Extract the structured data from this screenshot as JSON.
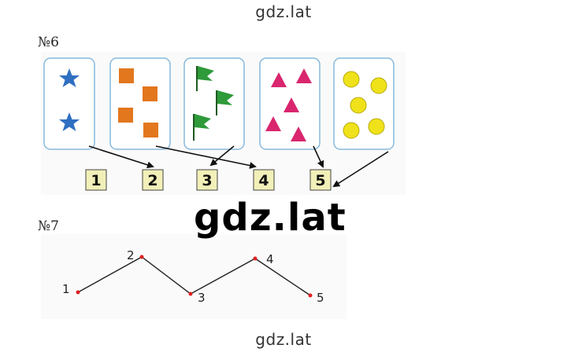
{
  "watermark": {
    "top": "gdz.lat",
    "center": "gdz.lat",
    "bottom": "gdz.lat"
  },
  "task6": {
    "label": "№6",
    "cards": [
      {
        "shape": "star",
        "count": 2,
        "color": "#2f6fc2"
      },
      {
        "shape": "square",
        "count": 4,
        "color": "#e2771e"
      },
      {
        "shape": "flag",
        "count": 3,
        "color": "#2e9a3a"
      },
      {
        "shape": "triangle",
        "count": 5,
        "color": "#d9266e"
      },
      {
        "shape": "circle",
        "count": 5,
        "color": "#efe21a"
      }
    ],
    "numbers": [
      "1",
      "2",
      "3",
      "4",
      "5"
    ],
    "number_box_color": "#f2f0b8",
    "card_border_color": "#86b9dd"
  },
  "task7": {
    "label": "№7",
    "points": [
      "1",
      "2",
      "3",
      "4",
      "5"
    ],
    "point_color": "#e02020"
  }
}
